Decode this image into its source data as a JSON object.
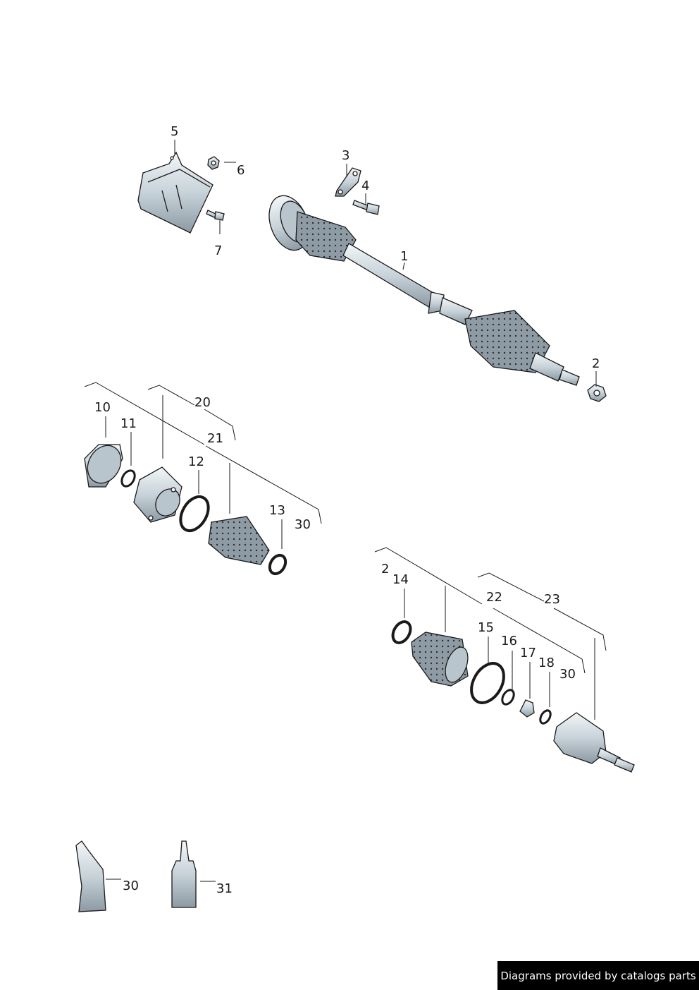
{
  "labels": {
    "l1": "1",
    "l2a": "2",
    "l2b": "2",
    "l3": "3",
    "l4": "4",
    "l5": "5",
    "l6": "6",
    "l7": "7",
    "l10": "10",
    "l11": "11",
    "l12": "12",
    "l13": "13",
    "l14": "14",
    "l15": "15",
    "l16": "16",
    "l17": "17",
    "l18": "18",
    "l20": "20",
    "l21": "21",
    "l22": "22",
    "l23": "23",
    "l30a": "30",
    "l30b": "30",
    "l30c": "30",
    "l31": "31"
  },
  "credit": "Diagrams provided by catalogs parts",
  "colors": {
    "part_fill": "#d6e0e6",
    "part_stroke": "#1a1a1a",
    "boot_fill": "#8a97a0"
  }
}
